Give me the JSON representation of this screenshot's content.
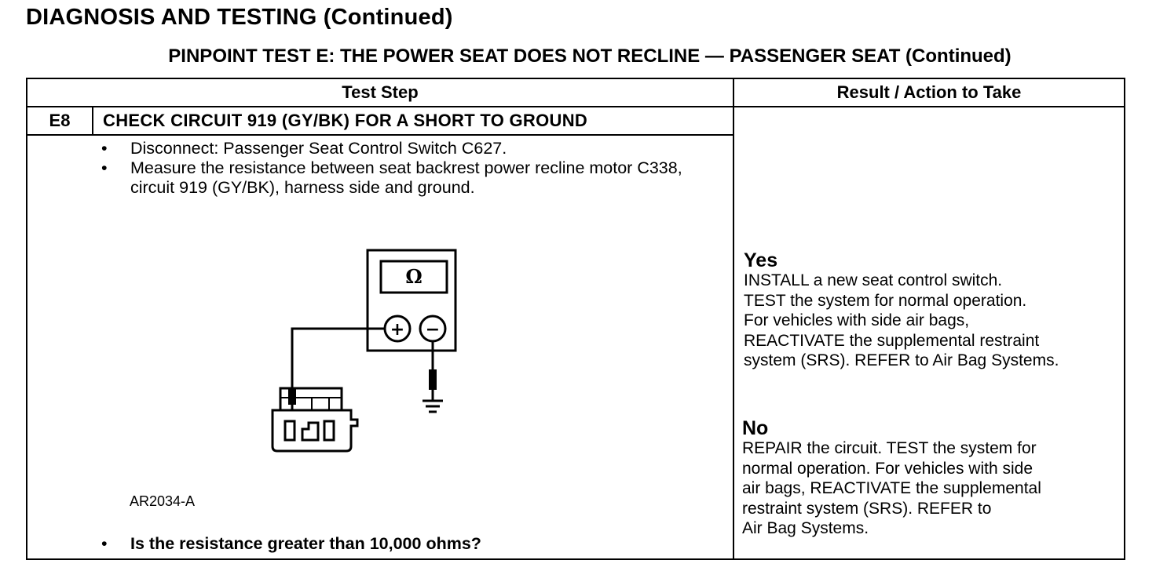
{
  "page": {
    "title": "DIAGNOSIS AND TESTING (Continued)",
    "test_title": "PINPOINT TEST  E: THE POWER SEAT DOES NOT RECLINE — PASSENGER SEAT (Continued)"
  },
  "table": {
    "col_test_step": "Test Step",
    "col_result": "Result / Action to Take",
    "step": {
      "id": "E8",
      "title": "CHECK CIRCUIT 919 (GY/BK) FOR A SHORT TO GROUND",
      "instructions": [
        "Disconnect: Passenger Seat Control Switch C627.",
        "Measure the resistance between seat backrest power recline motor C338, circuit 919 (GY/BK), harness side and ground."
      ],
      "figure": {
        "meter_symbol": "Ω",
        "plus_symbol": "+",
        "minus_symbol": "−",
        "figure_id": "AR2034-A"
      },
      "question": "Is the resistance greater than 10,000 ohms?"
    },
    "results": {
      "yes_label": "Yes",
      "yes_lines": [
        "INSTALL a new seat control switch.",
        "TEST the system for normal operation.",
        "For vehicles with side air bags,",
        "REACTIVATE the supplemental restraint",
        "system (SRS). REFER to Air Bag Systems."
      ],
      "no_label": "No",
      "no_lines": [
        "REPAIR the circuit. TEST the system for",
        "normal operation. For vehicles with side",
        "air bags, REACTIVATE the supplemental",
        "restraint system (SRS). REFER to",
        "Air Bag Systems."
      ]
    }
  }
}
